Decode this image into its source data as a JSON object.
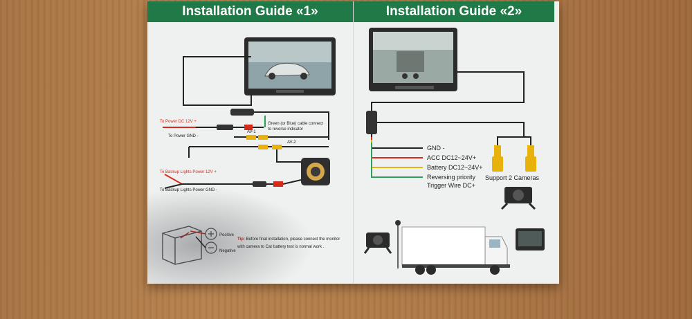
{
  "left_page": {
    "title": "Installation Guide «1»",
    "labels": {
      "power_12v": "To Power DC 12V +",
      "power_gnd": "To Power GND -",
      "green_wire_1": "Green (or Blue) cable connect",
      "green_wire_2": "to reverse indicator",
      "av1": "AV-1",
      "av2": "AV-2",
      "backup_12v": "To Backup Lights Power 12V +",
      "backup_gnd": "To Backup Lights Power GND -",
      "positive": "Positive",
      "negative": "Negative",
      "tip_prefix": "Tip:",
      "tip_line1": " Before final installation, please connect the monitor",
      "tip_line2": "with camera to Car battery test is normal work ."
    }
  },
  "right_page": {
    "title": "Installation Guide «2»",
    "labels": {
      "gnd": "GND -",
      "acc": "ACC DC12~24V+",
      "battery": "Battery DC12~24V+",
      "reversing_1": "Reversing priority",
      "reversing_2": "Trigger Wire DC+",
      "support": "Support 2 Cameras"
    }
  },
  "colors": {
    "banner": "#1f7a48",
    "wire_red": "#d52b1e",
    "wire_yellow": "#e8b10b",
    "wire_black": "#222222",
    "wire_green": "#2f9e5a",
    "text_red": "#d52b1e"
  }
}
